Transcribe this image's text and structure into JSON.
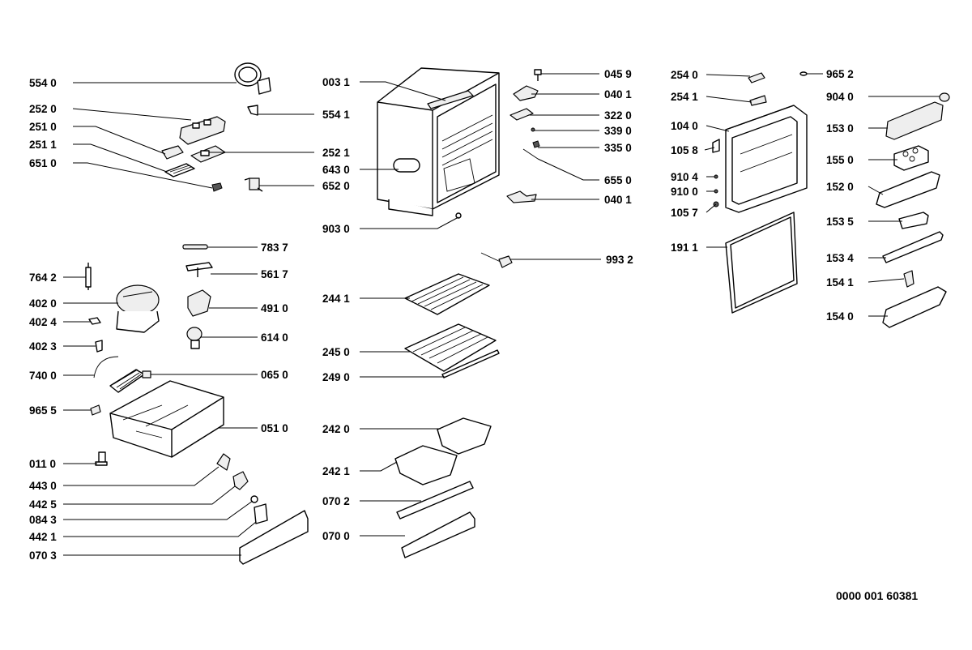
{
  "document_number": "0000 001 60381",
  "labels": [
    "554 0",
    "252 0",
    "251 0",
    "251 1",
    "651 0",
    "252 1",
    "554 1",
    "652 0",
    "003 1",
    "643 0",
    "903 0",
    "045 9",
    "040 1",
    "322 0",
    "339 0",
    "335 0",
    "655 0",
    "040 1",
    "254 0",
    "965 2",
    "254 1",
    "904 0",
    "104 0",
    "153 0",
    "105 8",
    "155 0",
    "910 4",
    "910 0",
    "152 0",
    "105 7",
    "153 5",
    "191 1",
    "153 4",
    "154 1",
    "154 0",
    "783 7",
    "561 7",
    "764 2",
    "402 0",
    "491 0",
    "402 4",
    "614 0",
    "402 3",
    "740 0",
    "065 0",
    "965 5",
    "051 0",
    "011 0",
    "443 0",
    "442 5",
    "084 3",
    "442 1",
    "070 3",
    "993 2",
    "244 1",
    "245 0",
    "249 0",
    "242 0",
    "242 1",
    "070 2",
    "070 0"
  ]
}
